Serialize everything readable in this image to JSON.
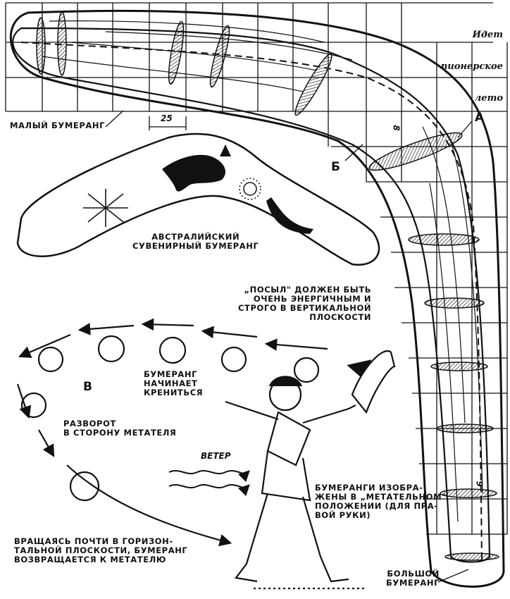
{
  "title": {
    "lines": [
      "Идет",
      "пионерское",
      "лето"
    ]
  },
  "labels": {
    "small_boomerang": "МАЛЫЙ БУМЕРАНГ",
    "dimension_25": "25",
    "dimension_8": "8",
    "dimension_9": "9",
    "letter_a": "А",
    "letter_b": "Б",
    "letter_v": "В",
    "australian": "АВСТРАЛИЙСКИЙ\nСУВЕНИРНЫЙ БУМЕРАНГ",
    "throw_note": "„ПОСЫЛ\" ДОЛЖЕН БЫТЬ\nОЧЕНЬ ЭНЕРГИЧНЫМ И\nСТРОГО В ВЕРТИКАЛЬНОЙ\nПЛОСКОСТИ",
    "begins_tilt": "БУМЕРАНГ\nНАЧИНАЕТ\nКРЕНИТЬСЯ",
    "turn_back": "РАЗВОРОТ\nВ СТОРОНУ МЕТАТЕЛЯ",
    "wind": "ВЕТЕР",
    "throwing_position": "БУМЕРАНГИ ИЗОБРА-\nЖЕНЫ В „МЕТАТЕЛЬНОМ\"\nПОЛОЖЕНИИ (ДЛЯ ПРА-\nВОЙ РУКИ)",
    "returns": "ВРАЩАЯСЬ ПОЧТИ В ГОРИЗОН-\nТАЛЬНОЙ ПЛОСКОСТИ, БУМЕРАНГ\nВОЗВРАЩАЕТСЯ К МЕТАТЕЛЮ",
    "large_boomerang": "БОЛЬШОЙ\nБУМЕРАНГ"
  },
  "colors": {
    "ink": "#111111",
    "paper": "#ffffff"
  }
}
